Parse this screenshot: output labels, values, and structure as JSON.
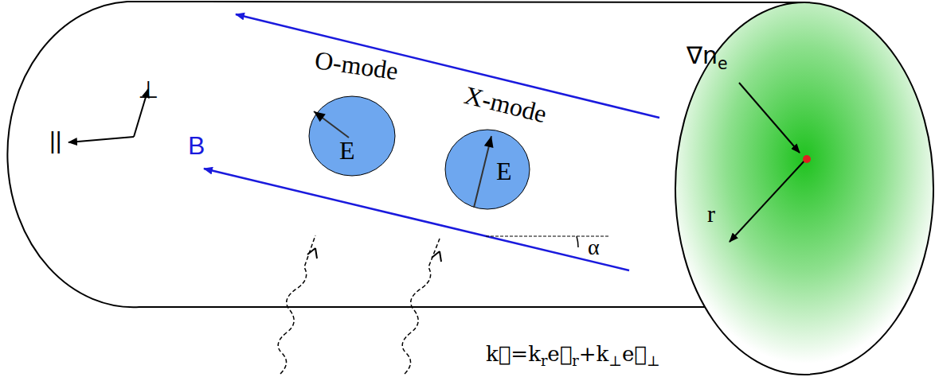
{
  "diagram": {
    "nodes": [
      {
        "text": [
          "E"
        ]
      },
      {
        "text": [
          "E"
        ]
      }
    ],
    "labels": [
      "O-mode",
      "X-mode",
      "B",
      "⊥",
      "||",
      "α",
      "r",
      "∇n",
      "e",
      "k⃗=k",
      "r",
      "e⃗",
      "r",
      "+k",
      "⊥",
      "e⃗",
      "⊥"
    ]
  }
}
